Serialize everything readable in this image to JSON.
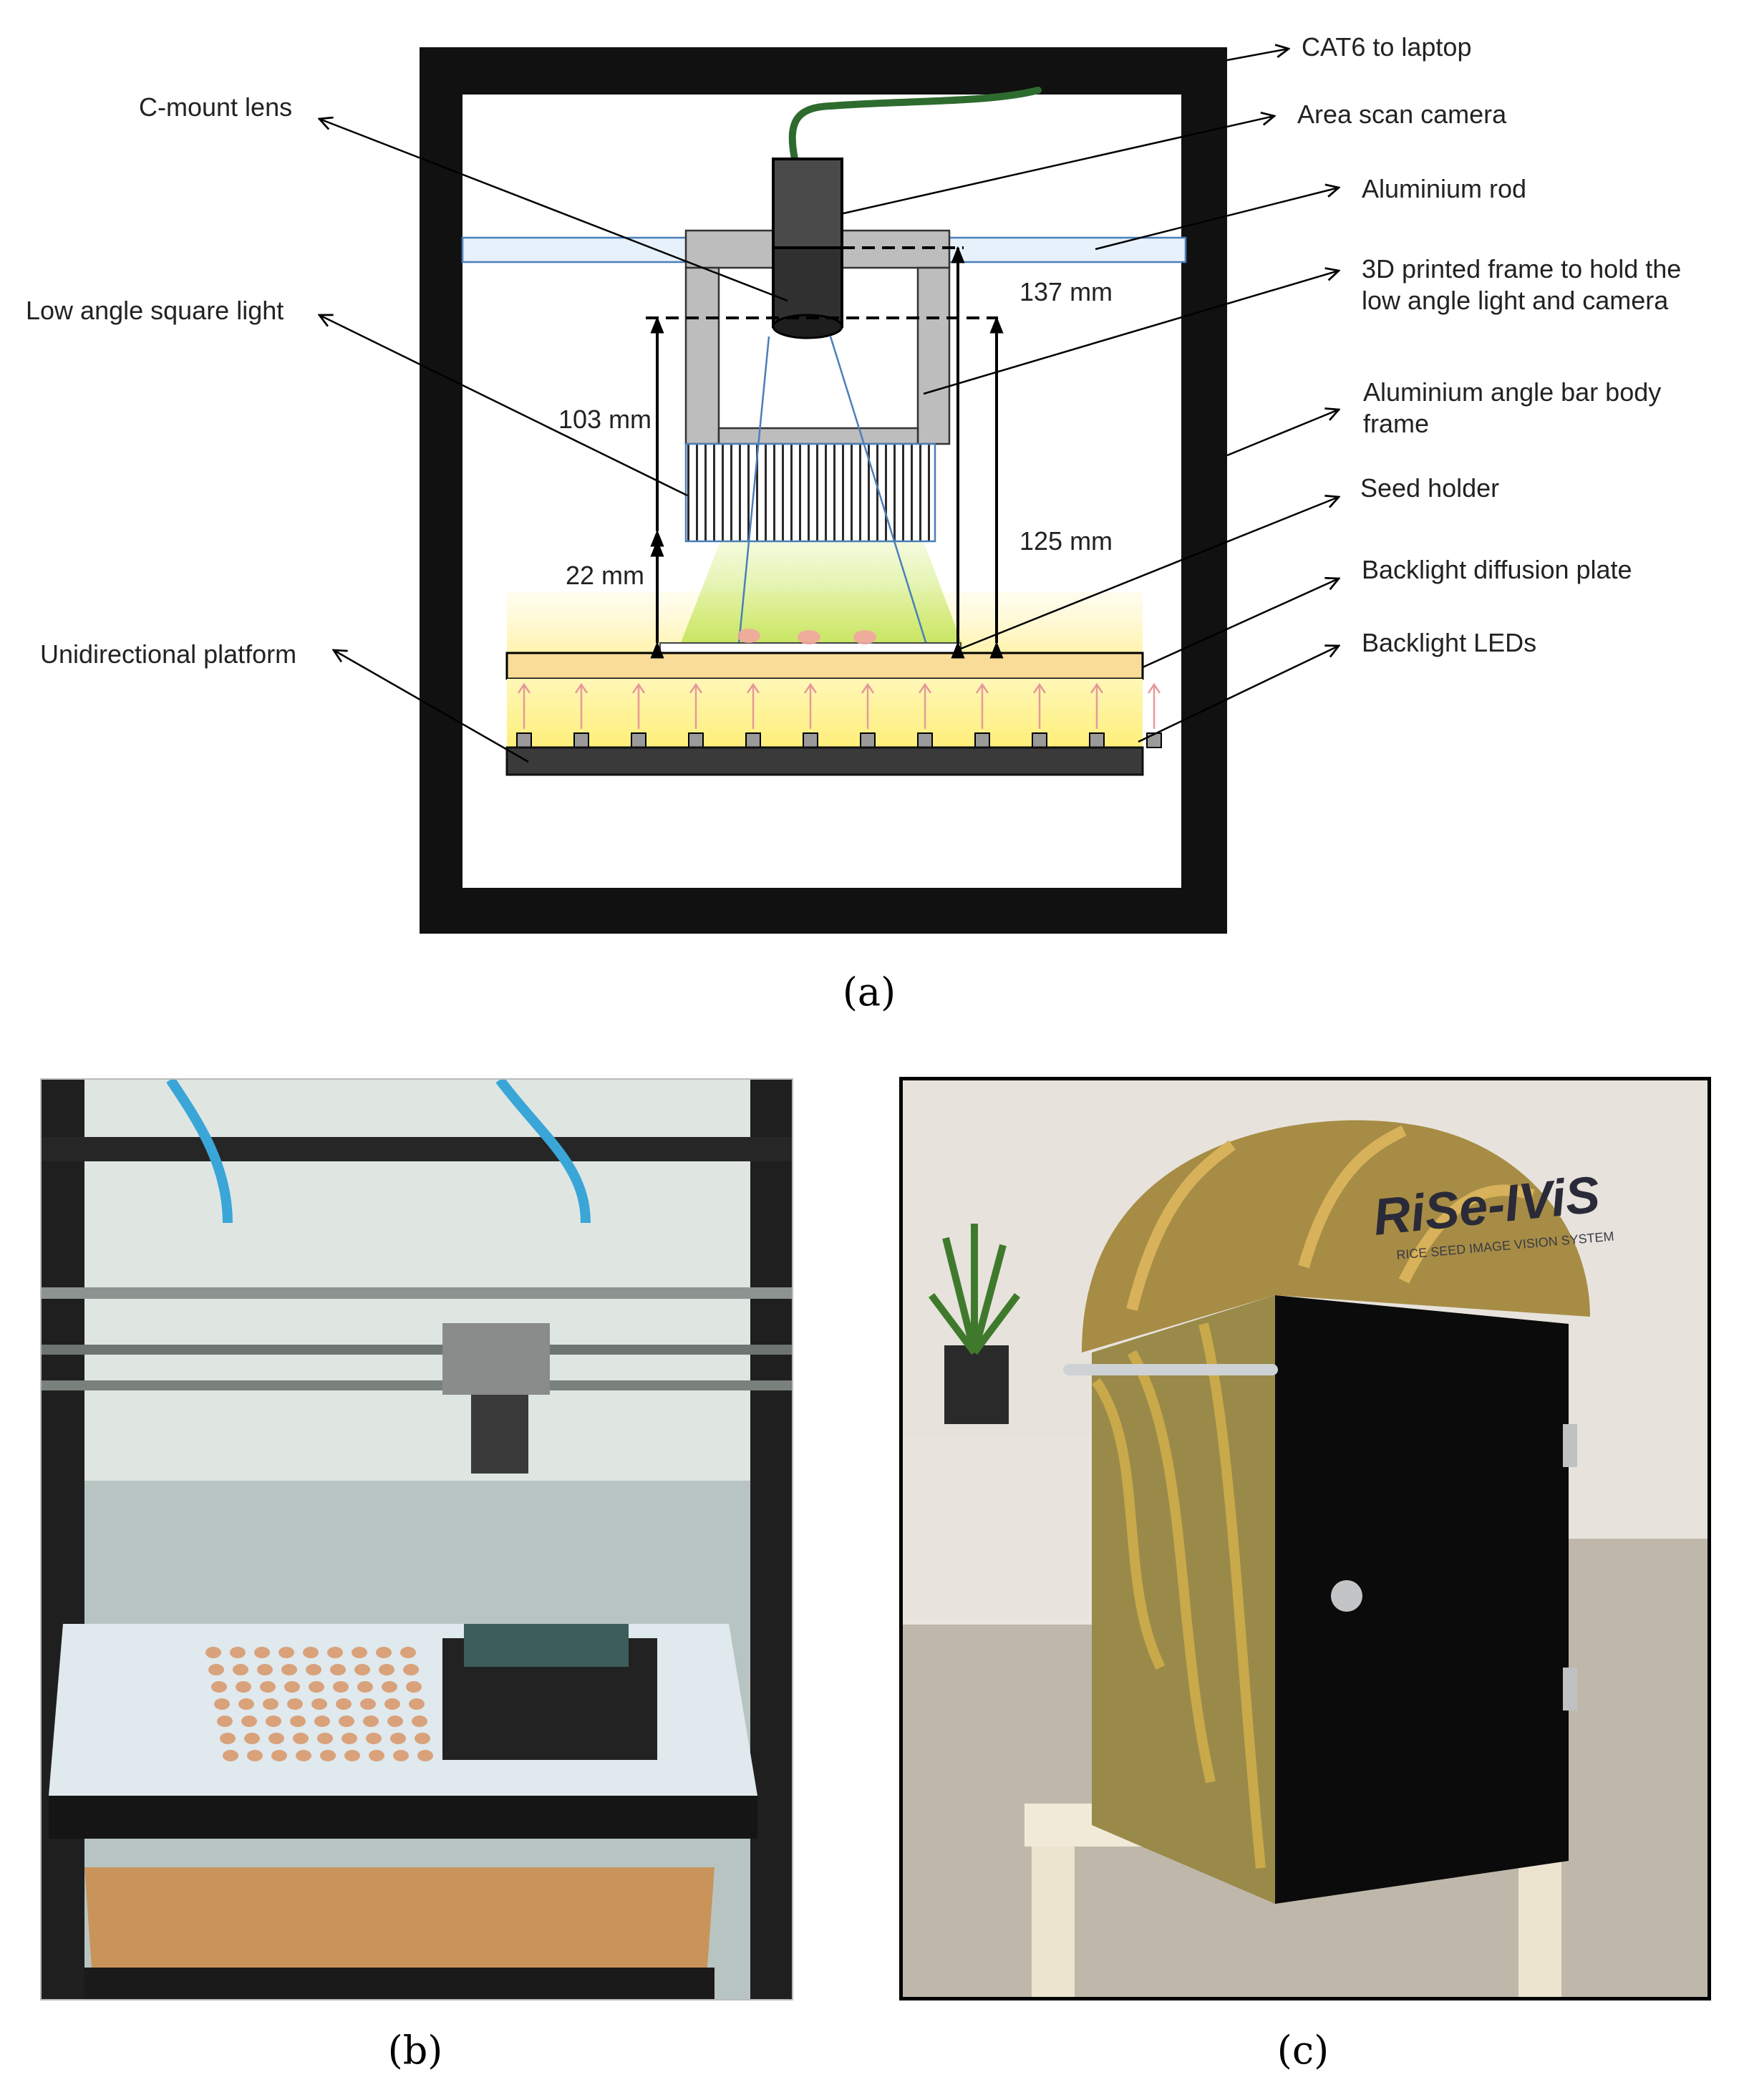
{
  "panel_a": {
    "labels": {
      "cat6": "CAT6 to laptop",
      "camera": "Area scan camera",
      "rod": "Aluminium rod",
      "frame3d_1": "3D printed frame to hold the",
      "frame3d_2": "low angle light and camera",
      "body_1": "Aluminium angle bar body",
      "body_2": "frame",
      "holder": "Seed holder",
      "diffusion": "Backlight diffusion plate",
      "leds": "Backlight LEDs",
      "lens": "C-mount lens",
      "light": "Low angle square light",
      "platform": "Unidirectional platform"
    },
    "dimensions": {
      "d137": "137 mm",
      "d103": "103 mm",
      "d125": "125 mm",
      "d22": "22 mm"
    },
    "caption": "(a)"
  },
  "panel_b": {
    "caption": "(b)"
  },
  "panel_c": {
    "caption": "(c)",
    "brand": "RiSe-IViS",
    "brand_sub": "RICE SEED IMAGE VISION SYSTEM"
  },
  "colors": {
    "frame": "#111111",
    "cable": "#2e6b2e",
    "camera": "#3c3c3c",
    "printed_frame": "#bdbdbd",
    "rod": "#e6f1fb",
    "light_beam": "#c8e86a",
    "backlight": "#fff3a8",
    "diffusion_plate": "#f8dc98",
    "platform": "#3a3a3a"
  }
}
